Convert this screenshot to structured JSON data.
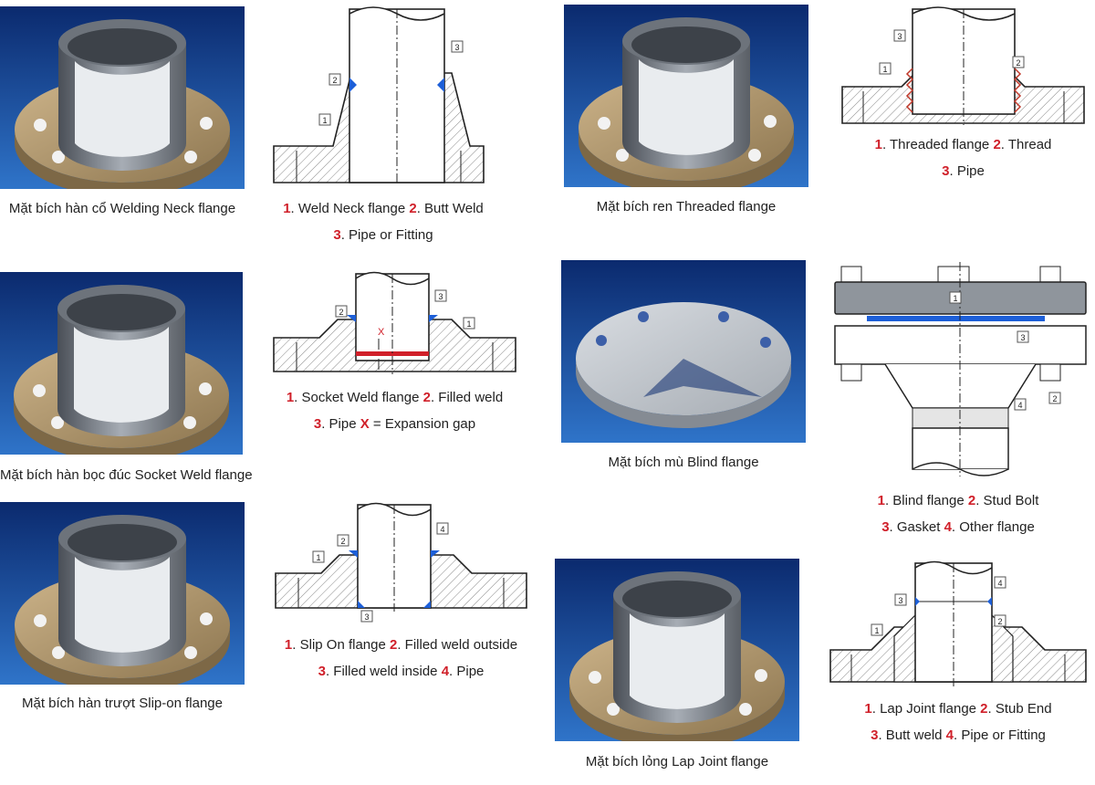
{
  "photos": {
    "welding_neck": "Mặt bích hàn cổ Welding Neck flange",
    "threaded": "Mặt bích ren Threaded flange",
    "socket_weld": "Mặt bích hàn bọc đúc Socket Weld flange",
    "blind": "Mặt bích mù Blind flange",
    "slip_on": "Mặt bích hàn trượt Slip-on flange",
    "lap_joint": "Mặt bích lỏng Lap Joint flange"
  },
  "diagrams": {
    "weld_neck": {
      "labels": [
        "1",
        "2",
        "3"
      ],
      "line1": [
        "1",
        ". Weld Neck flange ",
        "2",
        ". Butt Weld"
      ],
      "line2": [
        "3",
        ". Pipe or Fitting"
      ]
    },
    "threaded": {
      "labels": [
        "1",
        "2",
        "3"
      ],
      "line1": [
        "1",
        ". Threaded flange ",
        "2",
        ". Thread"
      ],
      "line2": [
        "3",
        ". Pipe"
      ]
    },
    "socket_weld": {
      "labels": [
        "1",
        "2",
        "3"
      ],
      "gap_mark": "X",
      "line1": [
        "1",
        ". Socket Weld flange ",
        "2",
        ". Filled weld"
      ],
      "line2": [
        "3",
        ". Pipe ",
        "X",
        " = Expansion gap"
      ]
    },
    "blind": {
      "labels": [
        "1",
        "2",
        "3",
        "4"
      ],
      "line1": [
        "1",
        ". Blind flange ",
        "2",
        ". Stud Bolt"
      ],
      "line2": [
        "3",
        ". Gasket ",
        "4",
        ". Other flange"
      ]
    },
    "slip_on": {
      "labels": [
        "1",
        "2",
        "3",
        "4"
      ],
      "line1": [
        "1",
        ". Slip On flange ",
        "2",
        ". Filled weld outside"
      ],
      "line2": [
        "3",
        ". Filled weld inside ",
        "4",
        ". Pipe"
      ]
    },
    "lap_joint": {
      "labels": [
        "1",
        "2",
        "3",
        "4"
      ],
      "line1": [
        "1",
        ". Lap Joint flange ",
        "2",
        ". Stub End"
      ],
      "line2": [
        "3",
        ". Butt weld ",
        "4",
        ". Pipe or Fitting"
      ]
    }
  },
  "colors": {
    "photo_bg_top": "#0b2a6e",
    "photo_bg_bottom": "#2f74c9",
    "flange_brass": "#b39a72",
    "pipe_steel": "#8a8f96",
    "weld_blue": "#1d5fd8",
    "gap_red": "#d0202a",
    "number_red": "#d0202a"
  }
}
